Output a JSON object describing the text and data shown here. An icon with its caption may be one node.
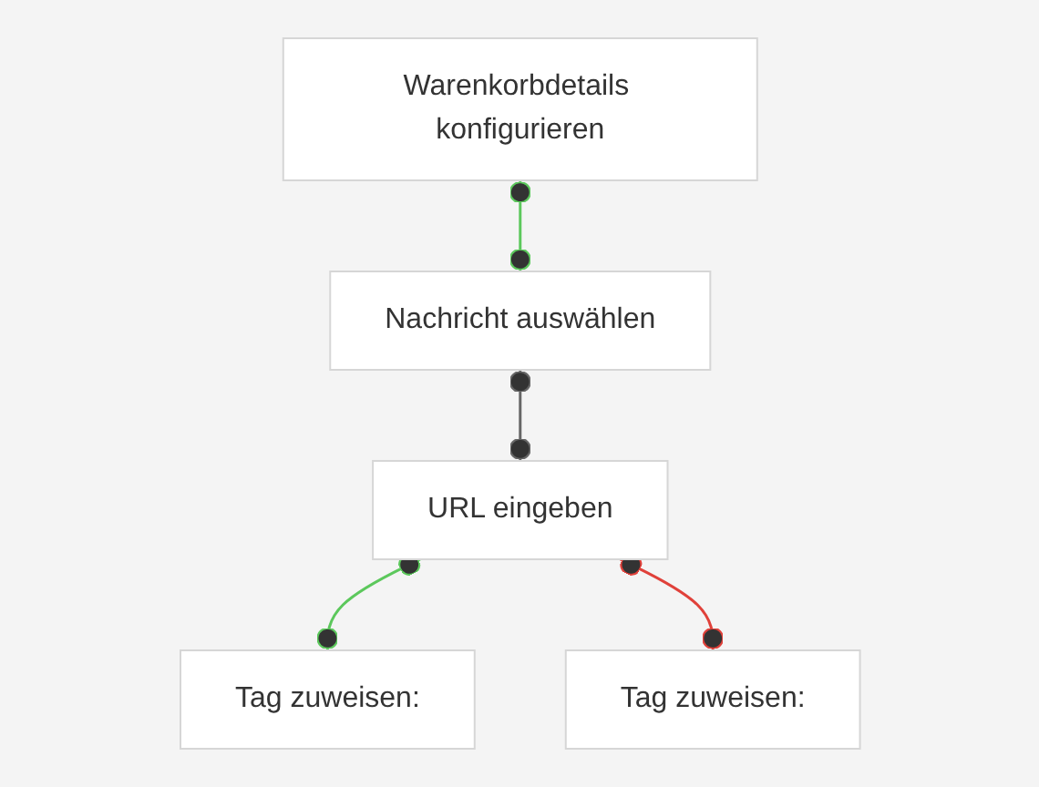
{
  "diagram": {
    "nodes": [
      {
        "text": [
          "Warenkorbdetails konfigurieren"
        ]
      },
      {
        "text": [
          "Nachricht auswählen"
        ]
      },
      {
        "text": [
          "URL eingeben"
        ]
      },
      {
        "text": [
          "Tag zuweisen:"
        ]
      },
      {
        "text": [
          "Tag zuweisen:"
        ]
      }
    ],
    "edges": [
      {
        "from": 0,
        "to": 1,
        "arrow": "other",
        "color": "#5cc85c"
      },
      {
        "from": 1,
        "to": 2,
        "arrow": "other",
        "color": "#666666"
      },
      {
        "from": 2,
        "to": 3,
        "arrow": "other",
        "color": "#5cc85c"
      },
      {
        "from": 2,
        "to": 4,
        "arrow": "other",
        "color": "#e0413a"
      }
    ]
  }
}
